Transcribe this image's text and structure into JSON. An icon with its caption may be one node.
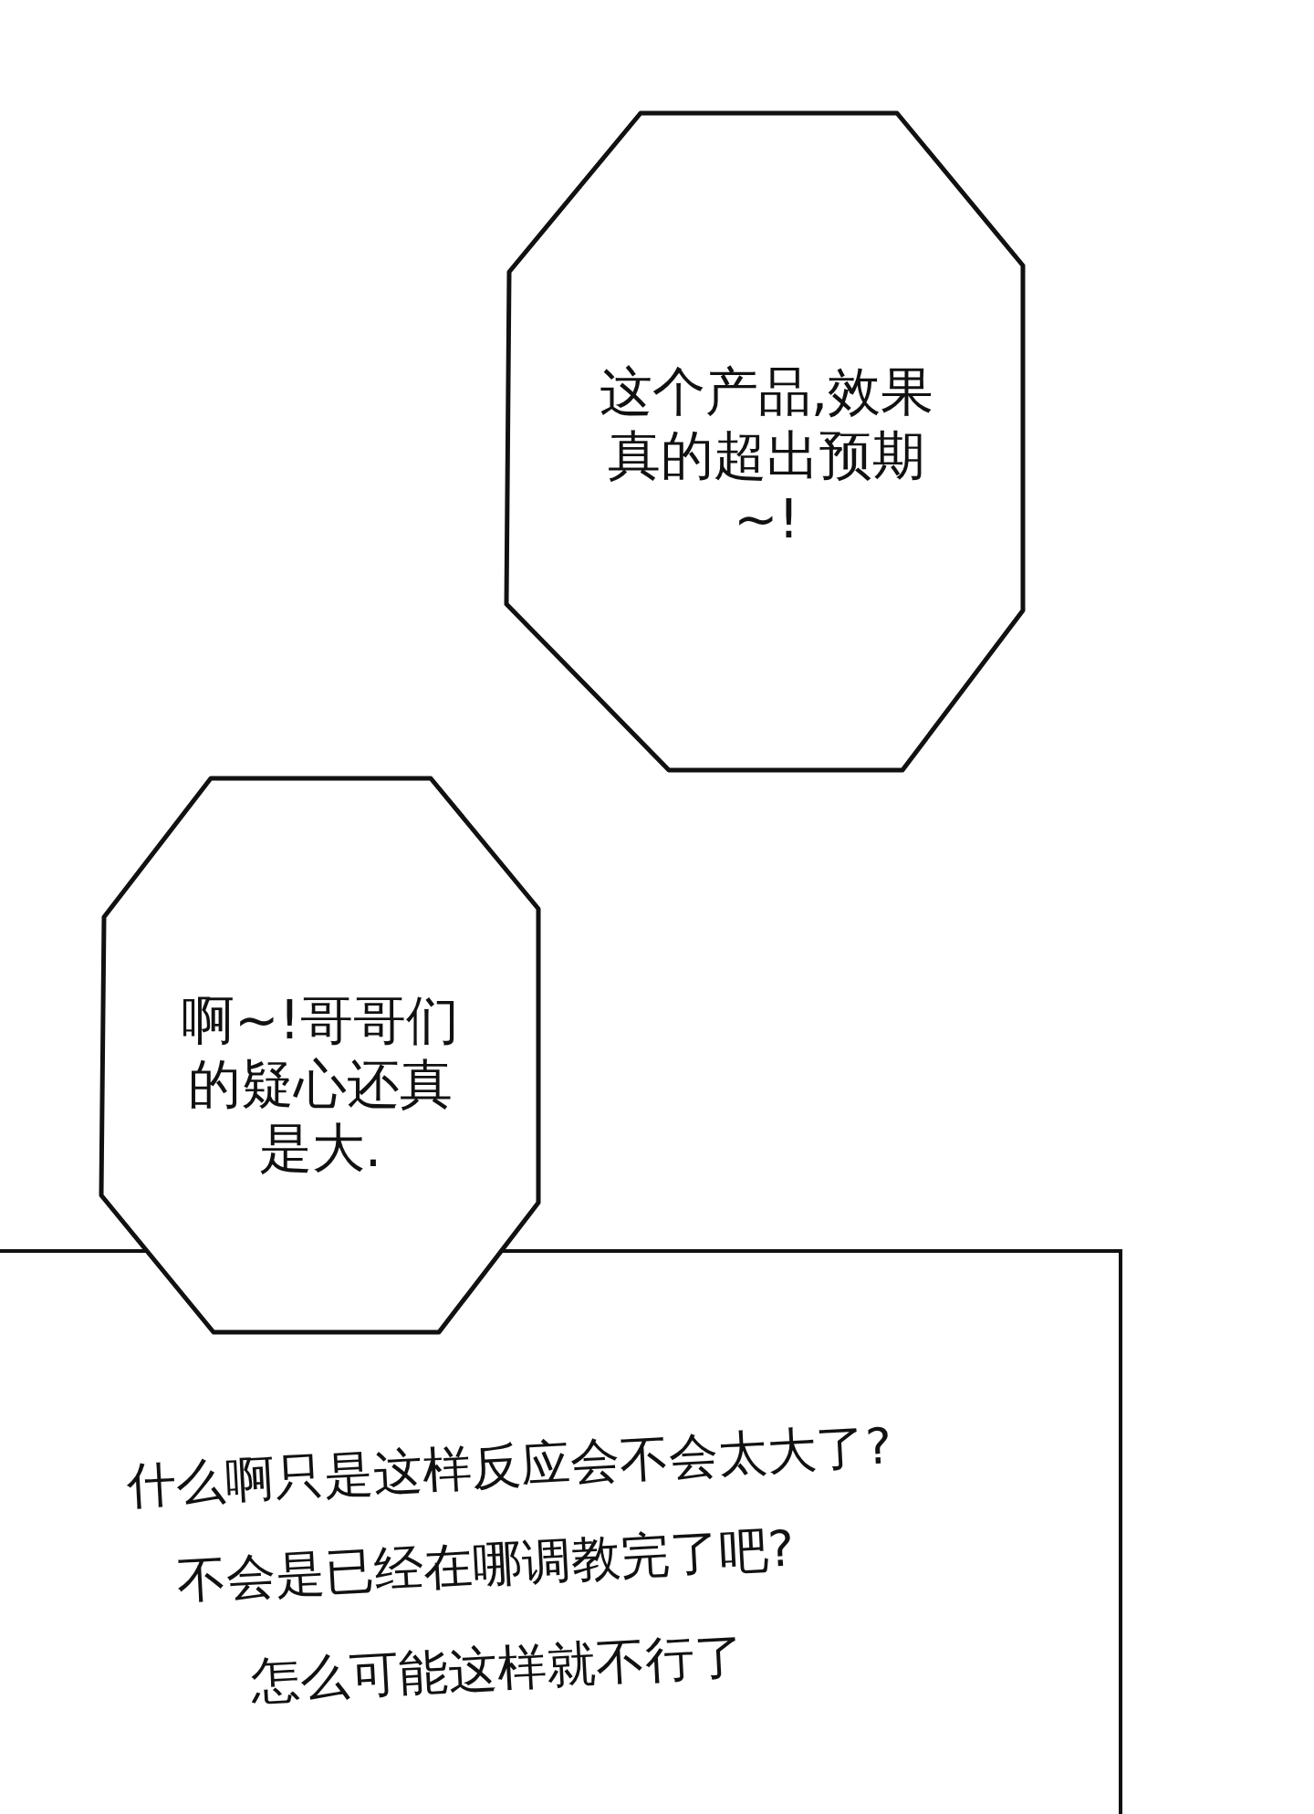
{
  "diagram": {
    "nodes": [
      {
        "text": [
          "这个产品,效果真的超出预期~!"
        ]
      },
      {
        "text": [
          "啊~!哥哥们的疑心还真是大."
        ]
      },
      {
        "text": [
          "什么啊只是这样反应会不会太大了?",
          "不会是已经在哪调教完了吧?",
          "怎么可能这样就不行了"
        ]
      }
    ]
  }
}
